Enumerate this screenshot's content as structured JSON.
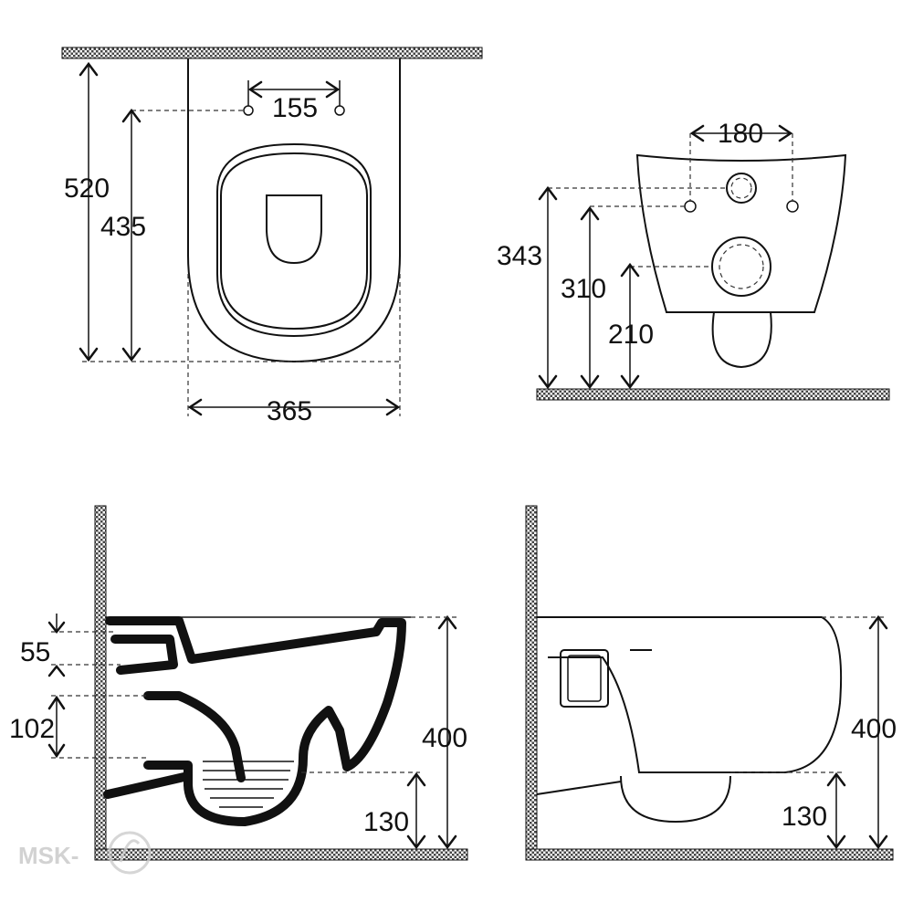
{
  "top_view": {
    "width_total": "520",
    "width_hole": "435",
    "bolt_spacing": "155",
    "depth": "365"
  },
  "back_view": {
    "bolt_spacing": "180",
    "bolt_height": "343",
    "inlet_height": "310",
    "outlet_height": "210"
  },
  "section_view": {
    "dim_55": "55",
    "dim_102": "102",
    "height": "400",
    "outlet": "130"
  },
  "side_view": {
    "height": "400",
    "outlet": "130"
  },
  "watermark": {
    "text": "MSK-",
    "color": "#c8c8c8"
  }
}
